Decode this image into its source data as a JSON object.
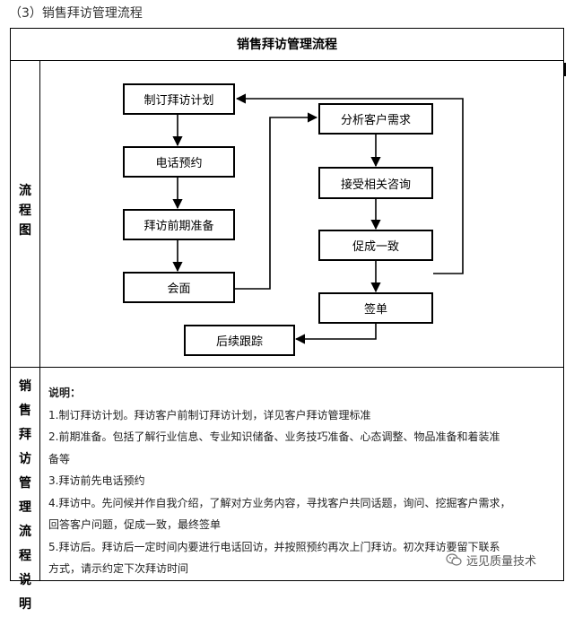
{
  "section_heading": "（3）销售拜访管理流程",
  "table_title": "销售拜访管理流程",
  "side_label_flow": [
    "流",
    "程",
    "图"
  ],
  "side_label_desc": [
    "销",
    "售",
    "拜",
    "访",
    "管",
    "理",
    "流",
    "程",
    "说",
    "明"
  ],
  "flow_boxes": {
    "plan": "制订拜访计划",
    "phone": "电话预约",
    "prep": "拜访前期准备",
    "meet": "会面",
    "analyze": "分析客户需求",
    "consult": "接受相关咨询",
    "agree": "促成一致",
    "sign": "签单",
    "follow": "后续跟踪"
  },
  "notes": {
    "title": "说明：",
    "lines": [
      "1.制订拜访计划。拜访客户前制订拜访计划，详见客户拜访管理标准",
      "2.前期准备。包括了解行业信息、专业知识储备、业务技巧准备、心态调整、物品准备和着装准",
      "备等",
      "3.拜访前先电话预约",
      "4.拜访中。先问候并作自我介绍，了解对方业务内容，寻找客户共同话题，询问、挖掘客户需求，",
      "回答客户问题，促成一致，最终签单",
      "5.拜访后。拜访后一定时间内要进行电话回访，并按照预约再次上门拜访。初次拜访要留下联系",
      "方式，请示约定下次拜访时间"
    ]
  },
  "watermark": "远见质量技术"
}
